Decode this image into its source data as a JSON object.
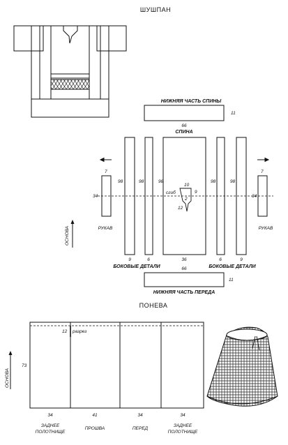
{
  "titles": {
    "shushpan": "ШУШПАН",
    "poneva": "ПОНЕВА"
  },
  "shushpan": {
    "lower_back": {
      "label": "НИЖНЯЯ ЧАСТЬ СПИНЫ",
      "width": "66",
      "height": "11"
    },
    "back": {
      "label": "СПИНА",
      "height": "98",
      "width": "36"
    },
    "neck": {
      "top": "10",
      "right": "9",
      "depth": "2",
      "slit": "12",
      "sgib": "сгиб"
    },
    "side_panels": {
      "label_left": "БОКОВЫЕ ДЕТАЛИ",
      "label_right": "БОКОВЫЕ ДЕТАЛИ",
      "height": "98",
      "wide": "9",
      "narrow": "6"
    },
    "sleeve": {
      "label": "РУКАВ",
      "width": "7",
      "length": "34"
    },
    "lower_front": {
      "label": "НИЖНЯЯ ЧАСТЬ ПЕРЕДА",
      "width": "66",
      "height": "11"
    },
    "grain_label": "ОСНОВА"
  },
  "poneva": {
    "height": "73",
    "slit": "12",
    "slit_label": "разрез",
    "grain_label": "ОСНОВА",
    "panels": [
      {
        "width": "34",
        "name_line1": "ЗАДНЕЕ",
        "name_line2": "ПОЛОТНИЩЕ"
      },
      {
        "width": "41",
        "name_line1": "ПРОШВА",
        "name_line2": ""
      },
      {
        "width": "34",
        "name_line1": "ПЕРЕД",
        "name_line2": ""
      },
      {
        "width": "34",
        "name_line1": "ЗАДНЕЕ",
        "name_line2": "ПОЛОТНИЩЕ"
      }
    ]
  },
  "colors": {
    "ink": "#111111",
    "paper": "#ffffff"
  }
}
